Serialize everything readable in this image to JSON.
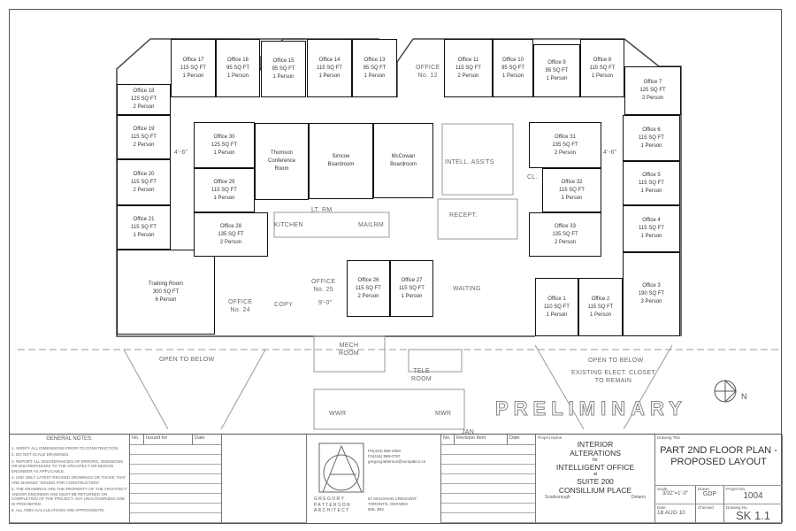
{
  "rooms": [
    {
      "name": "Office 18",
      "area": "125 SQ FT",
      "persons": "2 Person"
    },
    {
      "name": "Office 17",
      "area": "115 SQ FT",
      "persons": "1 Person"
    },
    {
      "name": "Office 16",
      "area": "95 SQ FT",
      "persons": "1 Person"
    },
    {
      "name": "Office 15",
      "area": "95 SQ FT",
      "persons": "1 Person"
    },
    {
      "name": "Office 14",
      "area": "115 SQ FT",
      "persons": "1 Person"
    },
    {
      "name": "Office 13",
      "area": "95 SQ FT",
      "persons": "1 Person"
    },
    {
      "name": "Office 11",
      "area": "115 SQ FT",
      "persons": "2 Person"
    },
    {
      "name": "Office 10",
      "area": "95 SQ FT",
      "persons": "1 Person"
    },
    {
      "name": "Office 9",
      "area": "95 SQ FT",
      "persons": "1 Person"
    },
    {
      "name": "Office 8",
      "area": "115 SQ FT",
      "persons": "1 Person"
    },
    {
      "name": "Office 7",
      "area": "125 SQ FT",
      "persons": "2 Person"
    },
    {
      "name": "Office 19",
      "area": "115 SQ FT",
      "persons": "2 Person"
    },
    {
      "name": "Office 20",
      "area": "115 SQ FT",
      "persons": "2 Person"
    },
    {
      "name": "Office 21",
      "area": "115 SQ FT",
      "persons": "1 Person"
    },
    {
      "name": "Training Room",
      "area": "300 SQ FT",
      "persons": "6 Person"
    },
    {
      "name": "Office 30",
      "area": "125 SQ FT",
      "persons": "1 Person"
    },
    {
      "name": "Office 29",
      "area": "115 SQ FT",
      "persons": "1 Person"
    },
    {
      "name": "Office 28",
      "area": "135 SQ FT",
      "persons": "2 Person"
    },
    {
      "name": "Thomson",
      "area": "Conference",
      "persons": "Room"
    },
    {
      "name": "Simcoe",
      "area": "Boardroom",
      "persons": ""
    },
    {
      "name": "McCowan",
      "area": "Boardroom",
      "persons": ""
    },
    {
      "name": "Office 31",
      "area": "135 SQ FT",
      "persons": "2 Person"
    },
    {
      "name": "Office 32",
      "area": "115 SQ FT",
      "persons": "1 Person"
    },
    {
      "name": "Office 33",
      "area": "135 SQ FT",
      "persons": "2 Person"
    },
    {
      "name": "Office 6",
      "area": "115 SQ FT",
      "persons": "1 Person"
    },
    {
      "name": "Office 5",
      "area": "115 SQ FT",
      "persons": "1 Person"
    },
    {
      "name": "Office 4",
      "area": "115 SQ FT",
      "persons": "1 Person"
    },
    {
      "name": "Office 3",
      "area": "190 SQ FT",
      "persons": "3 Person"
    },
    {
      "name": "Office 1",
      "area": "110 SQ FT",
      "persons": "1 Person"
    },
    {
      "name": "Office 2",
      "area": "115 SQ FT",
      "persons": "1 Person"
    },
    {
      "name": "Office 26",
      "area": "115 SQ FT",
      "persons": "2 Person"
    },
    {
      "name": "Office 27",
      "area": "115 SQ FT",
      "persons": "1 Person"
    }
  ],
  "labels": [
    "OFFICE\nNo. 12",
    "OFFICE\nNo. 25",
    "OFFICE\nNo. 24",
    "COPY",
    "KITCHEN",
    "LT. RM",
    "MAILRM",
    "INTELL. ASS'TS",
    "RECEPT.",
    "CL.",
    "WAITING",
    "MECH\nROOM",
    "TELE\nROOM",
    "WWR",
    "MWR",
    "JAN",
    "OPEN TO BELOW",
    "OPEN TO BELOW",
    "EXISTING ELECT. CLOSET\nTO REMAIN",
    "4'-6\"",
    "4'-6\"",
    "9'-0\""
  ],
  "watermark": "PRELIMINARY",
  "north_label": "N",
  "title_block": {
    "general_notes_title": "GENERAL NOTES:",
    "notes": [
      "1. VERIFY ALL DIMENSIONS PRIOR TO CONSTRUCTION.",
      "2. DO NOT SCALE DRAWINGS.",
      "3. REPORT ALL DISCREPANCIES OF ERRORS, OMISSIONS OR DISCREPANCIES TO THE ARCHITECT OR DESIGN ENGINEER AS APPLICABLE.",
      "4. USE ONLY LATEST REVISED DRAWINGS OR THOSE THAT ARE MARKED \"ISSUED FOR CONSTRUCTION\".",
      "5. THE DRAWINGS ARE THE PROPERTY OF THE ARCHITECT AND/OR ENGINEER AND MUST BE RETURNED ON COMPLETION OF THE PROJECT. ANY UNAUTHORIZED USE IS PROHIBITED.",
      "6. ALL AREA CALCULATIONS ARE APPROXIMATE."
    ],
    "issue_headers": [
      "No.",
      "Issued for",
      "Date"
    ],
    "architect": [
      "G R E G O R Y",
      "P A T T E R S O N",
      "A R C H I T E C T"
    ],
    "contact": [
      "PH(416) 886-2050",
      "FX(416) 889-0797",
      "gregorypatterson@sumpatico.ca"
    ],
    "address": [
      "57 MAUGHAN CRESCENT",
      "TORONTO, ONTARIO",
      "M4L 3E6"
    ],
    "revision_headers": [
      "No.",
      "Revision Item",
      "Date"
    ],
    "project_name_label": "Project Name",
    "project_name": [
      "INTERIOR",
      "ALTERATIONS",
      "for",
      "INTELLIGENT OFFICE",
      "at",
      "SUITE 200",
      "CONSILLIUM PLACE"
    ],
    "city": "Scarborough",
    "province": "Ontario",
    "drawing_title_label": "Drawing Title",
    "drawing_title": [
      "PART 2ND FLOOR PLAN -",
      "PROPOSED LAYOUT"
    ],
    "scale_label": "Scale",
    "scale": "3/32\"=1'-0\"",
    "drawn_label": "Drawn",
    "drawn": "GDP",
    "project_no_label": "Project No.",
    "project_no": "1004",
    "date_label": "Date",
    "date": "18 AUG 10",
    "checked_label": "Checked",
    "checked": "",
    "drawing_no_label": "Drawing No.",
    "drawing_no": "SK 1.1"
  }
}
